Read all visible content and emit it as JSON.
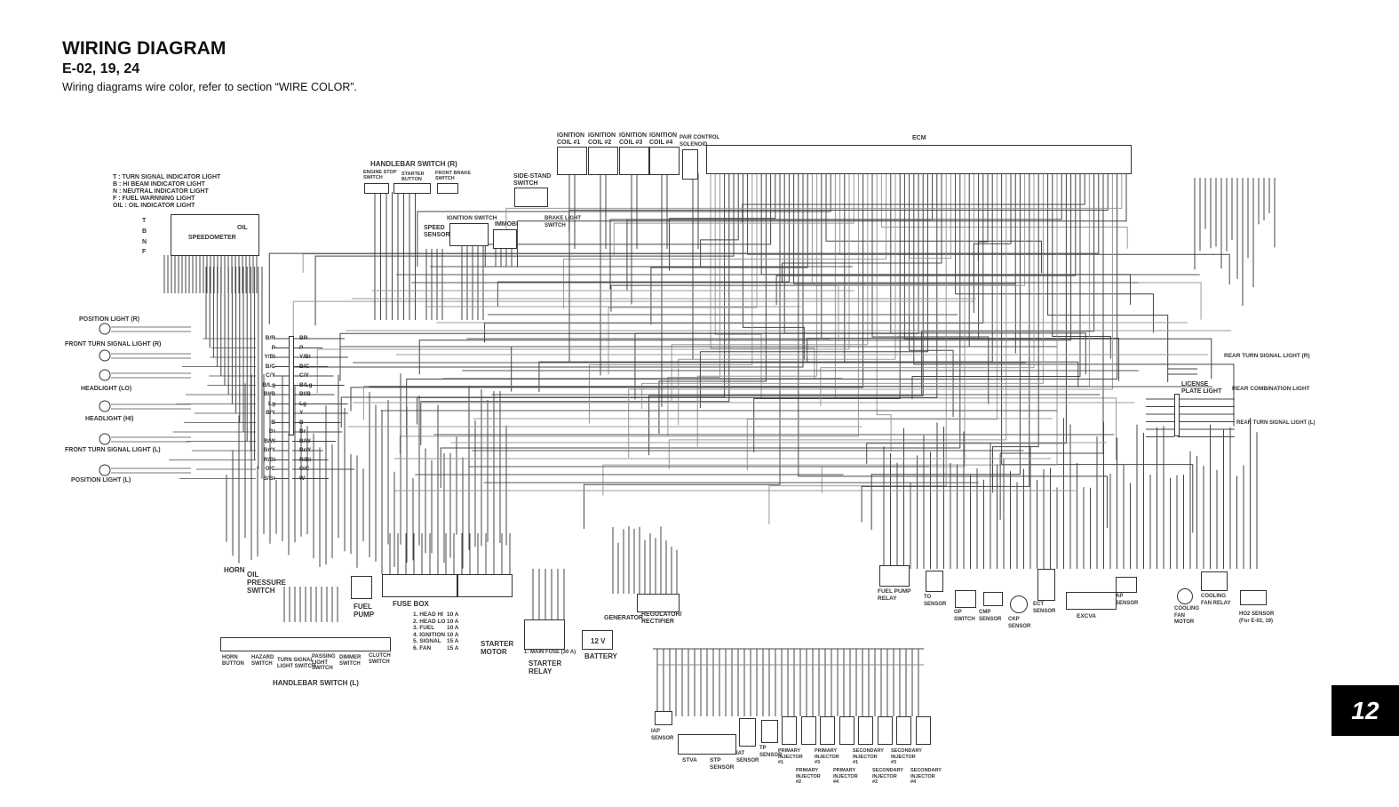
{
  "header": {
    "title": "WIRING DIAGRAM",
    "models": "E-02, 19, 24",
    "note": "Wiring diagrams wire color, refer to section “WIRE COLOR”."
  },
  "page_tab": "12",
  "legend": [
    "T    : TURN SIGNAL INDICATOR LIGHT",
    "B    : HI BEAM INDICATOR LIGHT",
    "N    : NEUTRAL INDICATOR LIGHT",
    "F    : FUEL WARNNING LIGHT",
    "OIL : OIL INDICATOR LIGHT"
  ],
  "speedometer": {
    "label": "SPEEDOMETER",
    "oil": "OIL",
    "indicators": [
      "T",
      "B",
      "N",
      "F"
    ]
  },
  "front_lights": [
    "POSITION LIGHT (R)",
    "FRONT TURN SIGNAL LIGHT (R)",
    "HEADLIGHT (LO)",
    "HEADLIGHT (HI)",
    "FRONT TURN SIGNAL LIGHT (L)",
    "POSITION LIGHT (L)"
  ],
  "handlebar_r": {
    "title": "HANDLEBAR SWITCH (R)",
    "engine_stop": "ENGINE STOP\nSWITCH",
    "starter": "STARTER\nBUTTON",
    "front_brake": "FRONT BRAKE\nSWITCH"
  },
  "top_components": {
    "side_stand": "SIDE-STAND\nSWITCH",
    "ignition_switch": "IGNITION SWITCH",
    "speed_sensor": "SPEED\nSENSOR",
    "immobi": "IMMOBI",
    "brake_light": "BRAKE LIGHT\nSWITCH",
    "coils": [
      "IGNITION\nCOIL #1",
      "IGNITION\nCOIL #2",
      "IGNITION\nCOIL #3",
      "IGNITION\nCOIL #4"
    ],
    "pair": "PAIR CONTROL\nSOLENOID",
    "ecm": "ECM"
  },
  "left_bundle": [
    "B/R",
    "P",
    "Y/Bl",
    "B/C",
    "C/Y",
    "B/Lg",
    "Bl/B",
    "Lg",
    "B/Y",
    "B",
    "Br",
    "B/W",
    "Br/Y",
    "R/Bl",
    "O/C",
    "B/Br"
  ],
  "right_bundle": [
    "BR",
    "P",
    "Y/Bl",
    "B/C",
    "C/Y",
    "B/Lg",
    "Bl/B",
    "Lg",
    "Y",
    "B",
    "Br",
    "B/W",
    "Br/Y",
    "R/Bl",
    "O/C",
    "W"
  ],
  "lower_left": {
    "horn": "HORN",
    "oil_pressure": "OIL\nPRESSURE\nSWITCH",
    "fuel_pump": "FUEL\nPUMP",
    "fuse_box": "FUSE BOX",
    "fuses": [
      {
        "name": "1. HEAD HI",
        "amp": "10 A"
      },
      {
        "name": "2. HEAD LO",
        "amp": "10 A"
      },
      {
        "name": "3. FUEL",
        "amp": "10 A"
      },
      {
        "name": "4. IGNITION",
        "amp": "10 A"
      },
      {
        "name": "5. SIGNAL",
        "amp": "15 A"
      },
      {
        "name": "6. FAN",
        "amp": "15 A"
      }
    ],
    "starter_motor": "STARTER\nMOTOR",
    "main_fuse": "1: MAIN FUSE (30 A)",
    "starter_relay": "STARTER\nRELAY",
    "battery": "BATTERY",
    "battery_v": "12 V",
    "generator": "GENERATOR",
    "regulator": "REGULATOR/\nRECTIFIER"
  },
  "handlebar_l": {
    "title": "HANDLEBAR SWITCH (L)",
    "switches": [
      "HORN\nBUTTON",
      "HAZARD\nSWITCH",
      "TURN SIGNAL\nLIGHT SWITCH",
      "PASSING\nLIGHT\nSWITCH",
      "DIMMER\nSWITCH",
      "CLUTCH\nSWITCH"
    ]
  },
  "sensors": {
    "iap": "IAP\nSENSOR",
    "stva": "STVA",
    "stp": "STP\nSENSOR",
    "iat": "IAT\nSENSOR",
    "tp": "TP\nSENSOR",
    "injectors": [
      "PRIMARY\nINJECTOR\n#1",
      "PRIMARY\nINJECTOR\n#2",
      "PRIMARY\nINJECTOR\n#3",
      "PRIMARY\nINJECTOR\n#4",
      "SECONDARY\nINJECTOR\n#1",
      "SECONDARY\nINJECTOR\n#2",
      "SECONDARY\nINJECTOR\n#3",
      "SECONDARY\nINJECTOR\n#4"
    ],
    "fuel_pump_relay": "FUEL PUMP\nRELAY",
    "to": "TO\nSENSOR",
    "gp": "GP\nSWITCH",
    "cmp": "CMP\nSENSOR",
    "ckp": "CKP\nSENSOR",
    "ect": "ECT\nSENSOR",
    "excva": "EXCVA",
    "ap": "AP\nSENSOR",
    "fan_motor": "COOLING\nFAN\nMOTOR",
    "fan_relay": "COOLING\nFAN RELAY",
    "ho2": "HO2 SENSOR\n(For E-02, 19)"
  },
  "rear": {
    "turn_r": "REAR TURN SIGNAL LIGHT (R)",
    "license": "LICENSE\nPLATE LIGHT",
    "combination": "REAR COMBINATION LIGHT",
    "turn_l": "REAR TURN SIGNAL LIGHT (L)"
  }
}
